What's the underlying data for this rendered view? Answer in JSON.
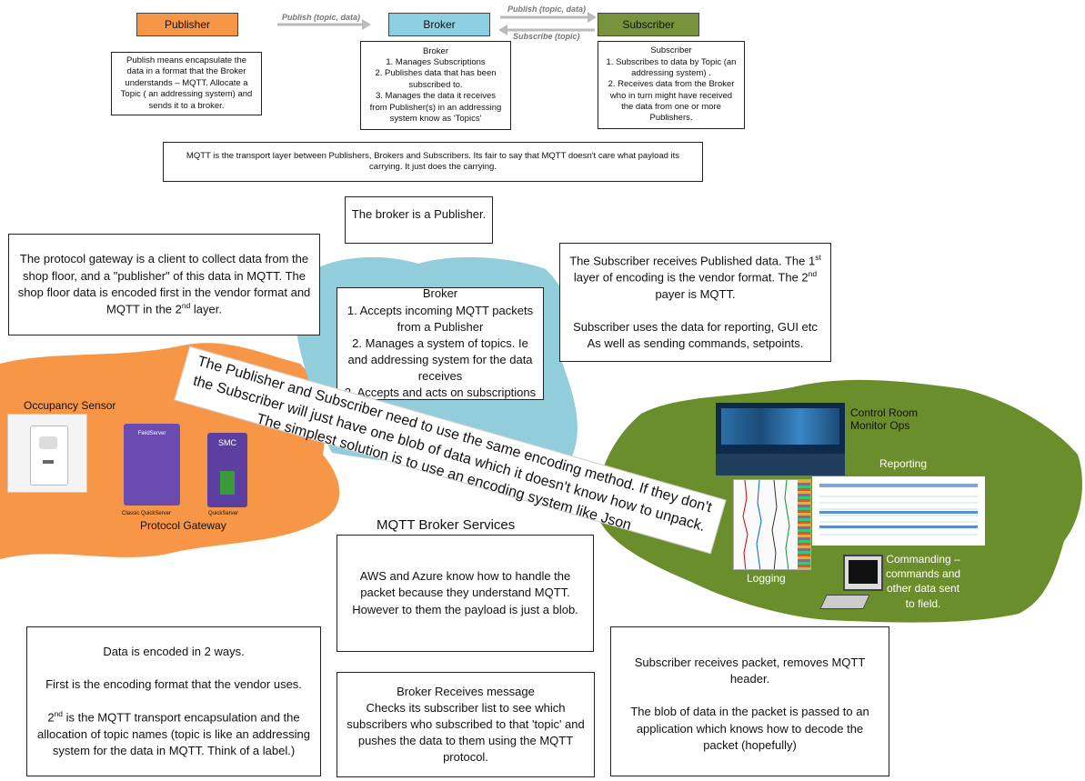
{
  "header": {
    "publisher": "Publisher",
    "broker": "Broker",
    "subscriber": "Subscriber",
    "arrow_publish_1": "Publish (topic, data)",
    "arrow_publish_2": "Publish (topic, data)",
    "arrow_subscribe": "Subscribe (topic)"
  },
  "boxes": {
    "publisher_desc": "Publish means encapsulate the data in a format that the Broker understands – MQTT. Allocate a Topic ( an addressing system) and sends it to a broker.",
    "broker_desc": "Broker\n1. Manages Subscriptions\n2. Publishes data that has been subscribed to.\n3. Manages the data it receives from Publisher(s) in an addressing system know as 'Topics'",
    "subscriber_desc": "Subscriber\n1. Subscribes to data by Topic (an addressing system) .\n2. Receives data from the Broker who in turn might have received the data from one or more Publishers.",
    "mqtt_transport": "MQTT is the transport layer between Publishers, Brokers and Subscribers. Its fair to say that MQTT doesn't care what payload its carrying. It just does the carrying.",
    "broker_is_publisher": "The broker is a Publisher.",
    "gateway_desc_a": "The protocol gateway is a client to collect data from the shop floor, and a \"publisher\" of this data in MQTT. The shop floor data is encoded first in the vendor format and MQTT in the 2",
    "gateway_desc_sup": "nd",
    "gateway_desc_b": " layer.",
    "sub_recv_a": "The Subscriber receives Published data. The 1",
    "sub_recv_sup1": "st",
    "sub_recv_b": " layer of encoding is the vendor format. The 2",
    "sub_recv_sup2": "nd",
    "sub_recv_c": " payer is MQTT.",
    "sub_recv_d": "Subscriber uses the data for reporting, GUI etc As well as sending commands, setpoints.",
    "broker_center": "Broker\n1. Accepts incoming MQTT packets from a Publisher\n2. Manages a system of topics. Ie and addressing system for the data receives\n3. Accepts and acts on subscriptions",
    "encoding_note": "The Publisher and Subscriber need to use the same encoding method. If they don't the Subscriber will just have one blob of data which it doesn't know how to unpack. The simplest solution is to use an encoding system like Json",
    "aws_azure": "AWS and Azure know how to handle the packet because they understand MQTT. However to them the payload is just a blob.",
    "data_encoded_1": "Data is encoded  in 2 ways.",
    "data_encoded_2": "First is the encoding format that the vendor uses.",
    "data_encoded_3_sup": "nd",
    "data_encoded_3": " is the MQTT transport encapsulation and the allocation of topic names (topic is like an addressing system for the data in MQTT. Think of a label.)",
    "data_encoded_3_pre": "2",
    "broker_receives": "Broker Receives message\nChecks its subscriber list to see which subscribers who subscribed to that 'topic' and pushes the data to them using  the MQTT protocol.",
    "sub_packet_1": "Subscriber receives packet, removes MQTT header.",
    "sub_packet_2": "The blob of data in the packet is passed to an application which knows how to decode the packet (hopefully)"
  },
  "labels": {
    "occupancy_sensor": "Occupancy Sensor",
    "protocol_gateway": "Protocol Gateway",
    "broker_services": "MQTT Broker Services",
    "control_room": "Control Room\nMonitor Ops",
    "reporting": "Reporting",
    "logging": "Logging",
    "commanding": "Commanding –\ncommands and\nother data sent\nto field.",
    "device1_brand": "FieldServer",
    "device2_brand": "SMC",
    "device1_caption": "Classic QuickServer",
    "device2_caption": "QuickServer"
  },
  "colors": {
    "publisher": "#f79646",
    "broker": "#8ed0e3",
    "subscriber": "#77933c",
    "blob_orange": "#f79646",
    "blob_blue": "#92cddc",
    "blob_green": "#6b8e2c",
    "device": "#6a4bb0"
  }
}
